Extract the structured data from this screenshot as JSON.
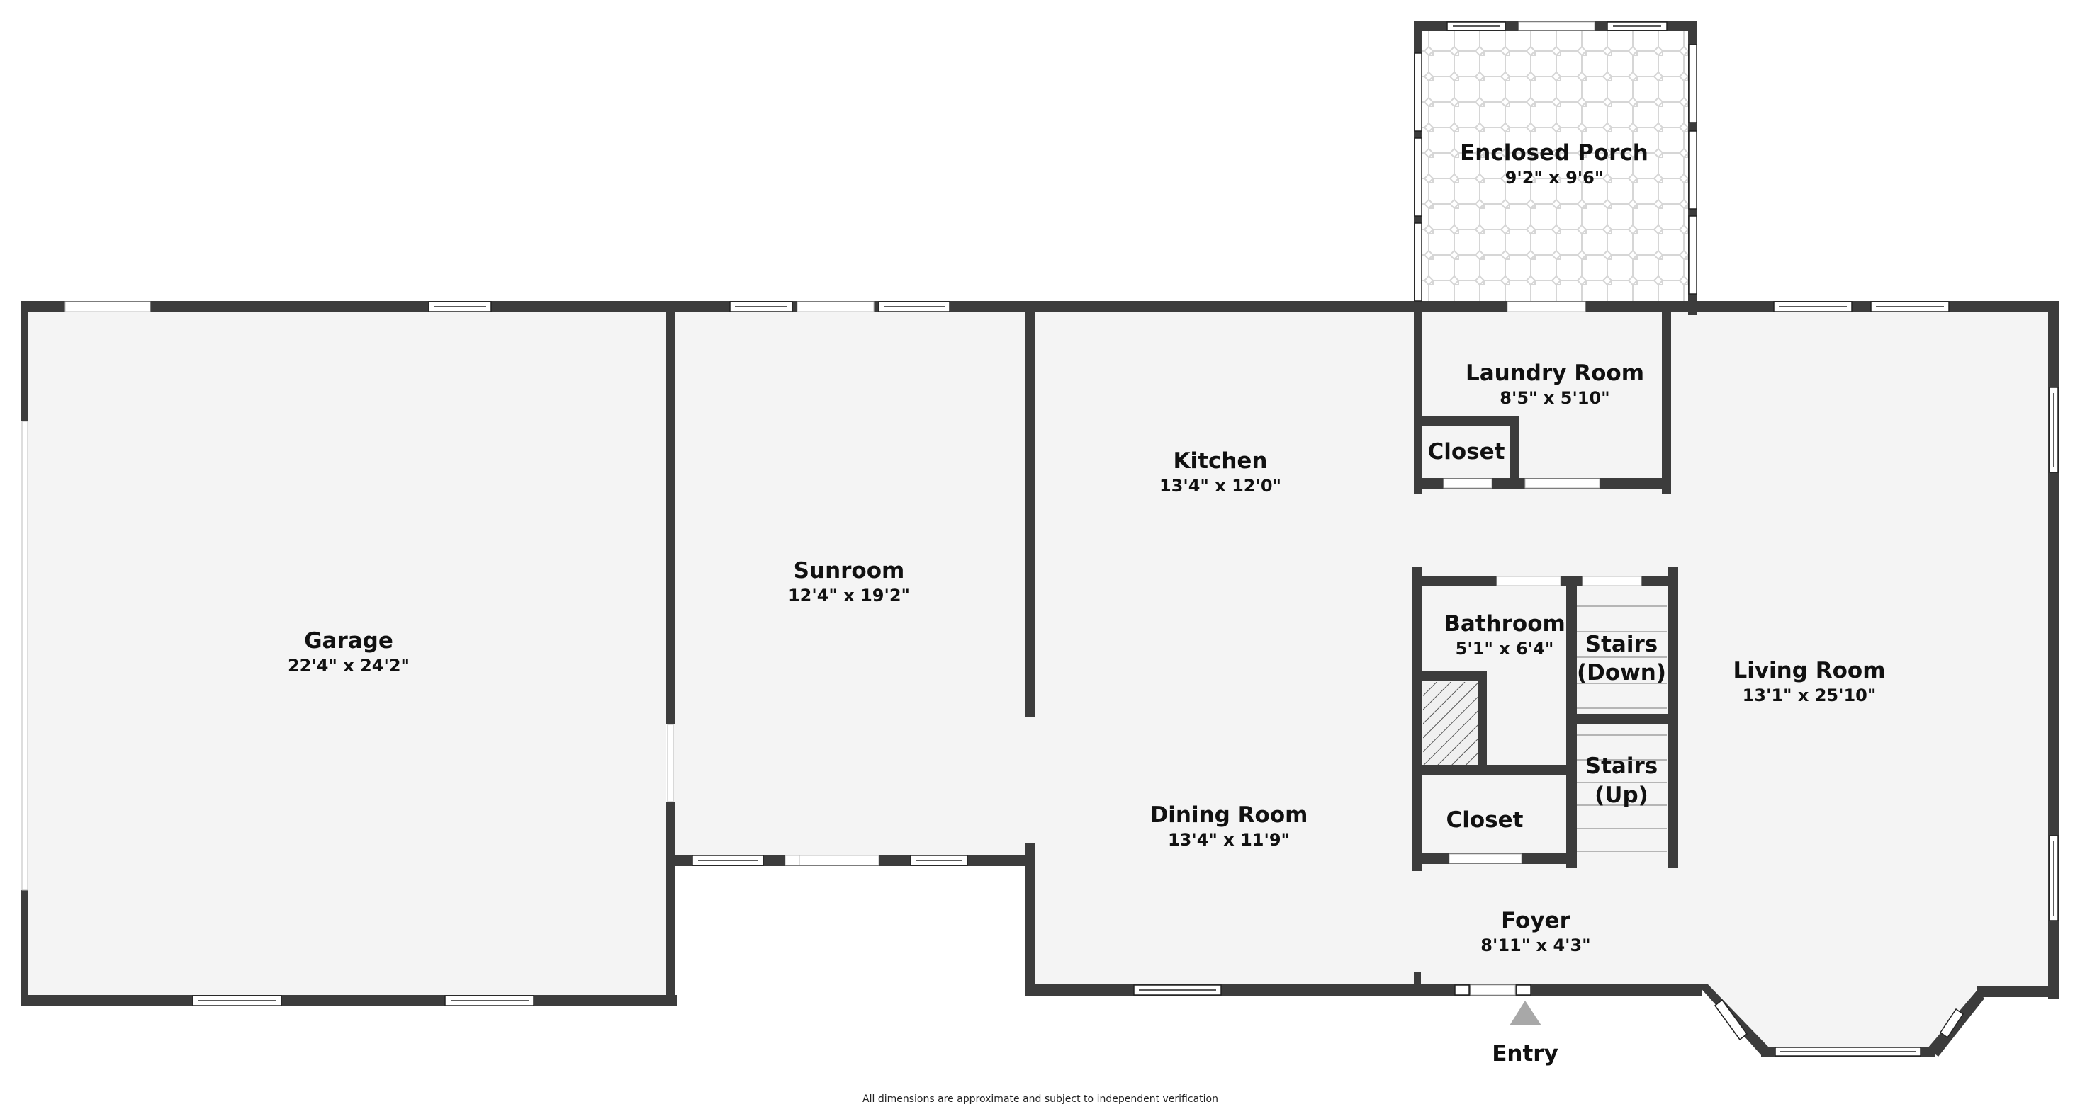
{
  "floorplan": {
    "rooms": {
      "enclosed_porch": {
        "name": "Enclosed Porch",
        "dims": "9'2\" x 9'6\""
      },
      "laundry_room": {
        "name": "Laundry Room",
        "dims": "8'5\" x 5'10\""
      },
      "laundry_closet": {
        "name": "Closet"
      },
      "kitchen": {
        "name": "Kitchen",
        "dims": "13'4\" x 12'0\""
      },
      "garage": {
        "name": "Garage",
        "dims": "22'4\" x 24'2\""
      },
      "sunroom": {
        "name": "Sunroom",
        "dims": "12'4\" x 19'2\""
      },
      "bathroom": {
        "name": "Bathroom",
        "dims": "5'1\" x 6'4\""
      },
      "stairs_down": {
        "name_line1": "Stairs",
        "name_line2": "(Down)"
      },
      "stairs_up": {
        "name_line1": "Stairs",
        "name_line2": "(Up)"
      },
      "living_room": {
        "name": "Living Room",
        "dims": "13'1\" x 25'10\""
      },
      "dining_room": {
        "name": "Dining Room",
        "dims": "13'4\" x 11'9\""
      },
      "hall_closet": {
        "name": "Closet"
      },
      "foyer": {
        "name": "Foyer",
        "dims": "8'11\" x 4'3\""
      }
    },
    "entry_label": "Entry",
    "disclaimer": "All dimensions are approximate and subject to independent verification",
    "colors": {
      "wall": "#3c3c3c",
      "floor": "#f4f4f4",
      "background": "#ffffff",
      "entry_marker": "#a8a8a8"
    }
  }
}
